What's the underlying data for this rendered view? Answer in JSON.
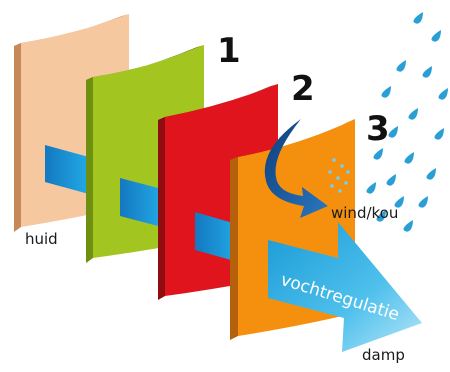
{
  "layers": [
    {
      "name": "layer-peach",
      "color": "#f6c8a0",
      "side": "#c8895a"
    },
    {
      "name": "layer-green",
      "color": "#a3c520",
      "side": "#6f8f10"
    },
    {
      "name": "layer-red",
      "color": "#e0141c",
      "side": "#8f0c10"
    },
    {
      "name": "layer-orange",
      "color": "#f5900f",
      "side": "#b5600a"
    }
  ],
  "colors": {
    "moisture_band": "#1a9ad6",
    "rain": "#2a9fd6",
    "wind_arrow": "#1a5a9e"
  },
  "labels": {
    "skin": "huid",
    "wind": "wind/kou",
    "moisture": "vochtregulatie",
    "vapour": "damp",
    "layer_1": "1",
    "layer_2": "2",
    "layer_3": "3"
  },
  "icons": [
    "rain-drops-icon",
    "wind-arrow-icon",
    "moisture-arrow-icon"
  ]
}
